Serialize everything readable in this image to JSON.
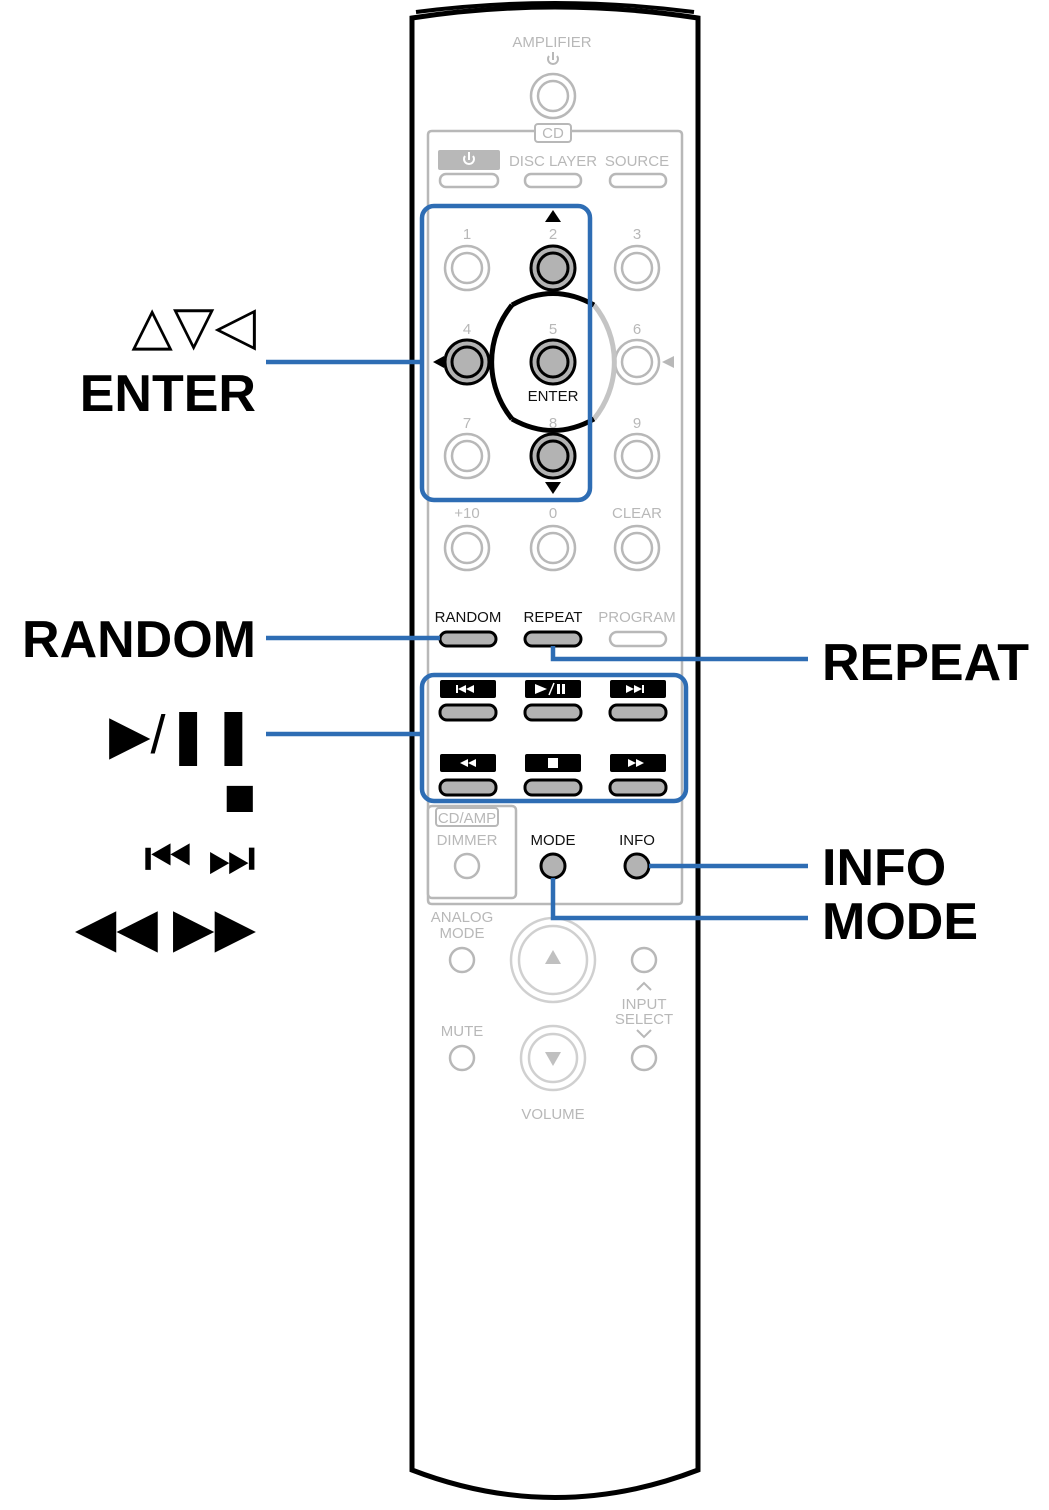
{
  "remote": {
    "amplifier": "AMPLIFIER",
    "cd": "CD",
    "disc_layer": "DISC LAYER",
    "source": "SOURCE",
    "num": [
      "1",
      "2",
      "3",
      "4",
      "5",
      "6",
      "7",
      "8",
      "9",
      "+10",
      "0"
    ],
    "clear": "CLEAR",
    "enter_small": "ENTER",
    "random": "RANDOM",
    "repeat": "REPEAT",
    "program": "PROGRAM",
    "cd_amp": "CD/AMP",
    "dimmer": "DIMMER",
    "mode": "MODE",
    "info": "INFO",
    "analog": "ANALOG",
    "analog_mode": "MODE",
    "mute": "MUTE",
    "input": "INPUT",
    "select": "SELECT",
    "volume": "VOLUME"
  },
  "callouts": {
    "cursor_symbols": "△▽◁",
    "enter": "ENTER",
    "random": "RANDOM",
    "play_pause": "▶/❚❚",
    "stop": "■",
    "skip": "⏮   ⏭",
    "search": "◀◀   ▶▶",
    "repeat": "REPEAT",
    "info": "INFO",
    "mode": "MODE"
  },
  "colors": {
    "highlight": "#2e6db4",
    "outline": "#000000",
    "faded": "#b8b8b8",
    "button_gray": "#b3b3b3"
  }
}
